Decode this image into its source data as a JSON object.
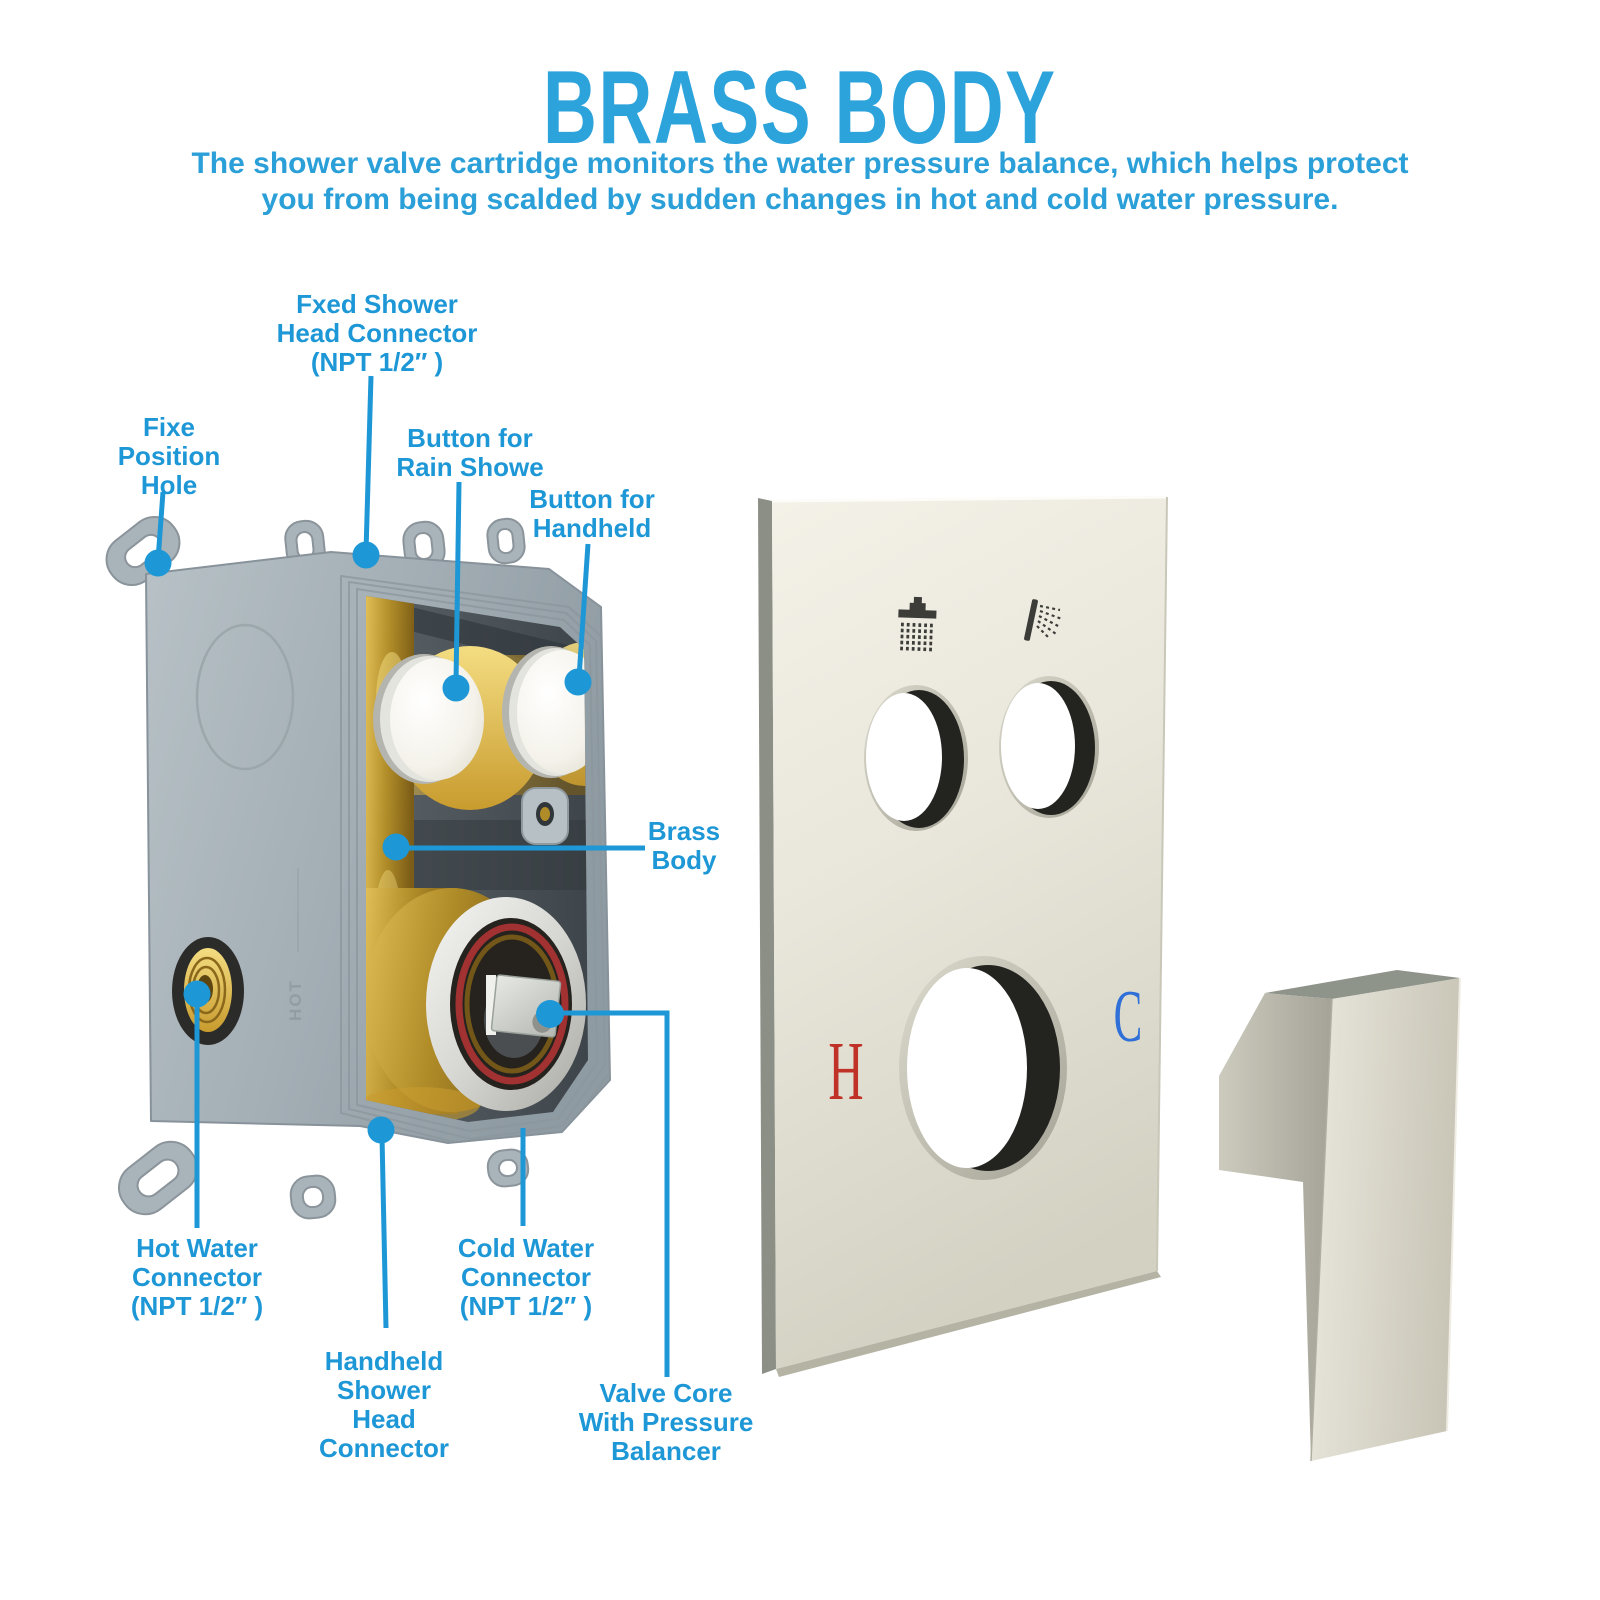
{
  "title": "BRASS BODY",
  "subtitle": "The shower valve cartridge monitors the water pressure balance, which helps protect\nyou from being scalded by sudden changes in hot and cold water pressure.",
  "callouts": {
    "fixed_shower_head_connector": "Fxed Shower\nHead Connector\n(NPT 1/2″ )",
    "fixe_position_hole": "Fixe\nPosition\nHole",
    "button_rain_shower": "Button for\nRain Showe",
    "button_handheld": "Button for\nHandheld",
    "brass_body": "Brass\nBody",
    "hot_water_connector": "Hot Water\nConnector\n(NPT 1/2″ )",
    "cold_water_connector": "Cold Water\nConnector\n(NPT 1/2″ )",
    "handheld_shower_head_connector": "Handheld\nShower\nHead\nConnector",
    "valve_core_with_pressure_balancer": "Valve Core\nWith Pressure\nBalancer"
  },
  "plate": {
    "hot_letter": "H",
    "cold_letter": "C"
  },
  "embossed_text": "HOT",
  "icons": [
    "rain-shower-icon",
    "handheld-shower-icon"
  ],
  "colors": {
    "callout_blue": "#1d97d6",
    "title_blue": "#2da3dc",
    "hot_red": "#c03128",
    "cold_blue": "#2e6fd8",
    "brass": "#b08c28",
    "box_gray": "#a9b4ba",
    "plate_nickel": "#e9e7db"
  }
}
